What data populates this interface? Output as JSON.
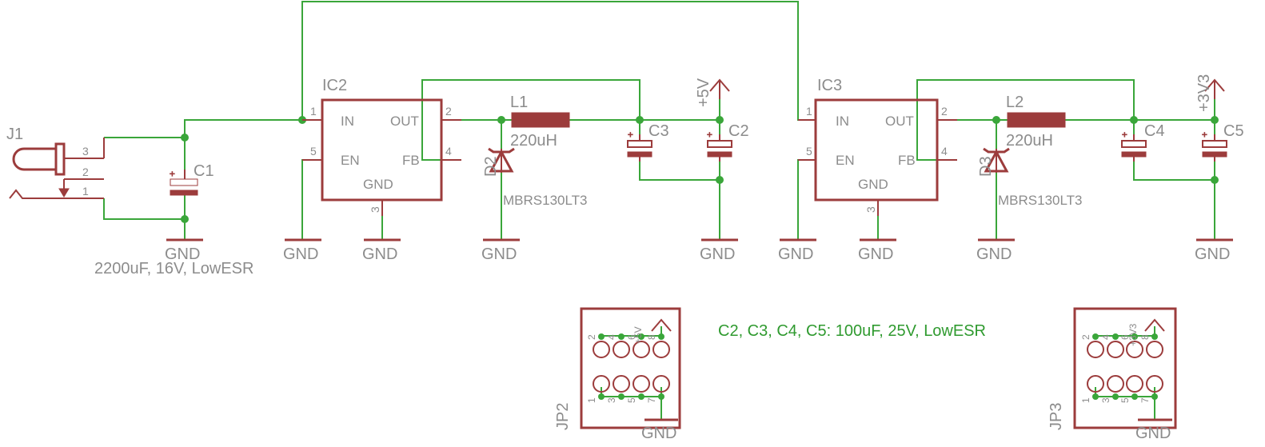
{
  "parts": {
    "j1": "J1",
    "ic2": "IC2",
    "ic3": "IC3",
    "l1": "L1",
    "l2": "L2",
    "d2": "D2",
    "d3": "D3",
    "c1": "C1",
    "c2": "C2",
    "c3": "C3",
    "c4": "C4",
    "c5": "C5",
    "jp2": "JP2",
    "jp3": "JP3"
  },
  "values": {
    "l1": "220uH",
    "l2": "220uH",
    "d2": "MBRS130LT3",
    "d3": "MBRS130LT3",
    "c1": "2200uF, 16V, LowESR",
    "caps_note": "C2, C3, C4, C5: 100uF, 25V, LowESR"
  },
  "nets": {
    "gnd": "GND",
    "v5": "+5V",
    "v3v3": "+3V3"
  },
  "ic_pins": {
    "in": "IN",
    "out": "OUT",
    "en": "EN",
    "fb": "FB",
    "gnd": "GND",
    "n1": "1",
    "n2": "2",
    "n3": "3",
    "n4": "4",
    "n5": "5"
  },
  "j1_pins": {
    "p1": "1",
    "p2": "2",
    "p3": "3"
  },
  "header_pins": {
    "h1": "1",
    "h2": "2",
    "h3": "3",
    "h4": "4",
    "h5": "5",
    "h6": "6",
    "h7": "7",
    "h8": "8"
  },
  "colors": {
    "wire": "#3aa63a",
    "symbol": "#9c3c3c",
    "label": "#8c8c8c"
  }
}
